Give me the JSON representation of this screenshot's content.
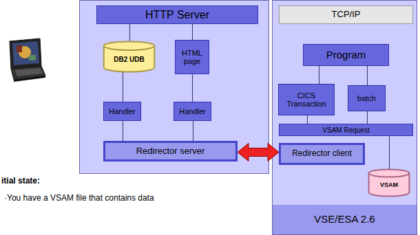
{
  "diagram": {
    "nodes": [
      {
        "text": [
          "HTTP Server"
        ]
      },
      {
        "text": [
          "DB2 UDB"
        ]
      },
      {
        "text": [
          "HTML page"
        ]
      },
      {
        "text": [
          "Handler"
        ]
      },
      {
        "text": [
          "Handler"
        ]
      },
      {
        "text": [
          "Redirector server"
        ]
      },
      {
        "text": [
          "TCP/IP"
        ]
      },
      {
        "text": [
          "Program"
        ]
      },
      {
        "text": [
          "CICS Transaction"
        ]
      },
      {
        "text": [
          "batch"
        ]
      },
      {
        "text": [
          "VSAM Request"
        ]
      },
      {
        "text": [
          "Redirector client"
        ]
      },
      {
        "text": [
          "VSAM"
        ]
      },
      {
        "text": [
          "VSE/ESA 2.6"
        ]
      }
    ],
    "edges": [
      {
        "from": 0,
        "to": 1,
        "arrow": "none"
      },
      {
        "from": 0,
        "to": 2,
        "arrow": "none"
      },
      {
        "from": 1,
        "to": 3,
        "arrow": "none"
      },
      {
        "from": 2,
        "to": 4,
        "arrow": "none"
      },
      {
        "from": 3,
        "to": 5,
        "arrow": "none"
      },
      {
        "from": 4,
        "to": 5,
        "arrow": "none"
      },
      {
        "from": 5,
        "to": 11,
        "arrow": "both"
      },
      {
        "from": 7,
        "to": 8,
        "arrow": "none"
      },
      {
        "from": 7,
        "to": 9,
        "arrow": "none"
      },
      {
        "from": 8,
        "to": 10,
        "arrow": "none"
      },
      {
        "from": 9,
        "to": 10,
        "arrow": "none"
      },
      {
        "from": 10,
        "to": 12,
        "arrow": "none"
      }
    ],
    "labels": [
      "itial state:",
      "·You have a VSAM file that contains data"
    ]
  }
}
